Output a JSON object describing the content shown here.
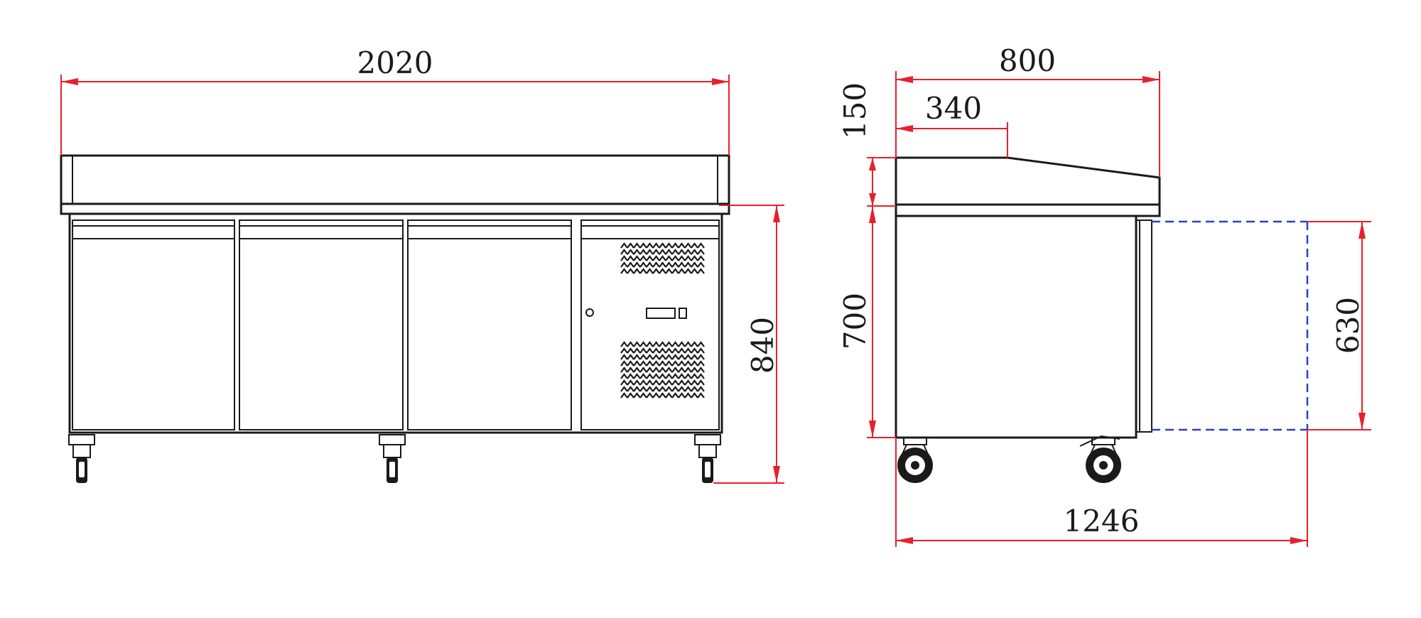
{
  "front_view": {
    "width_label": "2020",
    "height_label": "840"
  },
  "side_view": {
    "depth_label": "800",
    "top_depth_label": "340",
    "top_height_label": "150",
    "body_height_label": "700",
    "door_height_label": "630",
    "open_depth_label": "1246"
  },
  "colors": {
    "dimension_line": "#e8202a",
    "door_swing": "#2a3fd0",
    "outline": "#1a1a1a"
  }
}
